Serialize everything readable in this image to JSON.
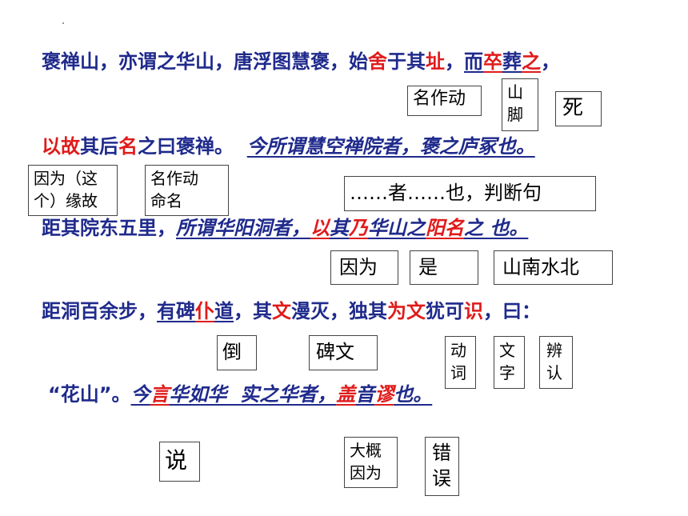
{
  "colors": {
    "blue": "#1f2a8c",
    "red": "#e01b1b",
    "black": "#000000"
  },
  "lines": [
    {
      "segments": [
        {
          "t": "褒禅山，亦谓之华山，唐浮图慧褒，始",
          "c": "blue"
        },
        {
          "t": "舍",
          "c": "red"
        },
        {
          "t": "于其",
          "c": "blue"
        },
        {
          "t": "址",
          "c": "red"
        },
        {
          "t": "，",
          "c": "blue"
        },
        {
          "t": "而",
          "c": "blue",
          "u": true
        },
        {
          "t": "卒",
          "c": "red",
          "u": true
        },
        {
          "t": "葬",
          "c": "blue",
          "u": true
        },
        {
          "t": "之",
          "c": "red",
          "u": true
        },
        {
          "t": "，",
          "c": "blue"
        }
      ]
    },
    {
      "segments": [
        {
          "t": "以",
          "c": "red"
        },
        {
          "t": "故",
          "c": "red"
        },
        {
          "t": "其",
          "c": "blue"
        },
        {
          "t": "后",
          "c": "blue"
        },
        {
          "t": "名",
          "c": "red"
        },
        {
          "t": "之曰褒禅。",
          "c": "blue"
        },
        {
          "t": "  ",
          "c": "blue"
        },
        {
          "t": "今所谓慧空禅院者，褒之庐冢也。",
          "c": "blue",
          "i": true,
          "u": true
        }
      ]
    },
    {
      "segments": [
        {
          "t": "距其院东五里，",
          "c": "blue"
        },
        {
          "t": "所谓华阳洞者，",
          "c": "blue",
          "i": true,
          "u": true
        },
        {
          "t": "以",
          "c": "red",
          "i": true,
          "u": true
        },
        {
          "t": "其",
          "c": "blue",
          "i": true,
          "u": true
        },
        {
          "t": "乃",
          "c": "red",
          "i": true,
          "u": true
        },
        {
          "t": "华山之",
          "c": "blue",
          "i": true,
          "u": true
        },
        {
          "t": "阳",
          "c": "red",
          "i": true,
          "u": true
        },
        {
          "t": "名",
          "c": "red",
          "i": true,
          "u": true
        },
        {
          "t": "之 也。",
          "c": "blue",
          "i": true,
          "u": true
        }
      ]
    },
    {
      "segments": [
        {
          "t": "距洞百余步，",
          "c": "blue"
        },
        {
          "t": "有碑",
          "c": "blue",
          "u": true
        },
        {
          "t": "仆",
          "c": "red",
          "u": true
        },
        {
          "t": "道",
          "c": "blue",
          "u": true
        },
        {
          "t": "，",
          "c": "blue"
        },
        {
          "t": "其",
          "c": "blue"
        },
        {
          "t": "文",
          "c": "red"
        },
        {
          "t": "漫灭，独",
          "c": "blue"
        },
        {
          "t": "其",
          "c": "blue"
        },
        {
          "t": "为",
          "c": "red"
        },
        {
          "t": "文",
          "c": "red"
        },
        {
          "t": "犹可",
          "c": "blue"
        },
        {
          "t": "识",
          "c": "red"
        },
        {
          "t": "，曰：",
          "c": "blue"
        }
      ]
    },
    {
      "segments": [
        {
          "t": "“花山”。",
          "c": "blue"
        },
        {
          "t": "今",
          "c": "blue",
          "i": true,
          "u": true
        },
        {
          "t": "言",
          "c": "red",
          "i": true,
          "u": true
        },
        {
          "t": "华如华  实之华者，",
          "c": "blue",
          "i": true,
          "u": true
        },
        {
          "t": "盖",
          "c": "red",
          "i": true,
          "u": true
        },
        {
          "t": "音",
          "c": "blue",
          "i": true,
          "u": true
        },
        {
          "t": "谬",
          "c": "red",
          "i": true,
          "u": true
        },
        {
          "t": "也。",
          "c": "blue",
          "i": true,
          "u": true
        }
      ]
    }
  ],
  "notes": [
    {
      "id": "mingzuodong",
      "lines": [
        "名作动"
      ]
    },
    {
      "id": "shanjiao",
      "lines": [
        "山",
        "脚"
      ]
    },
    {
      "id": "si",
      "lines": [
        "死"
      ]
    },
    {
      "id": "yinwei-zhege",
      "lines": [
        "因为（这",
        "个）缘故"
      ]
    },
    {
      "id": "mingzuodong-mingming",
      "lines": [
        "名作动",
        "命名"
      ]
    },
    {
      "id": "panduanju",
      "lines": [
        "……者……也，判断句"
      ]
    },
    {
      "id": "yinwei",
      "lines": [
        "因为"
      ]
    },
    {
      "id": "shi",
      "lines": [
        "是"
      ]
    },
    {
      "id": "shannan",
      "lines": [
        "山南水北"
      ]
    },
    {
      "id": "dao",
      "lines": [
        "倒"
      ]
    },
    {
      "id": "beiwen",
      "lines": [
        "碑文"
      ]
    },
    {
      "id": "dongci",
      "lines": [
        "动",
        "词"
      ]
    },
    {
      "id": "wenzi",
      "lines": [
        "文",
        "字"
      ]
    },
    {
      "id": "bianren",
      "lines": [
        "辨",
        "认"
      ]
    },
    {
      "id": "shuo",
      "lines": [
        "说"
      ]
    },
    {
      "id": "dagai",
      "lines": [
        "大概",
        "因为"
      ]
    },
    {
      "id": "cuowu",
      "lines": [
        "错",
        "误"
      ]
    }
  ]
}
